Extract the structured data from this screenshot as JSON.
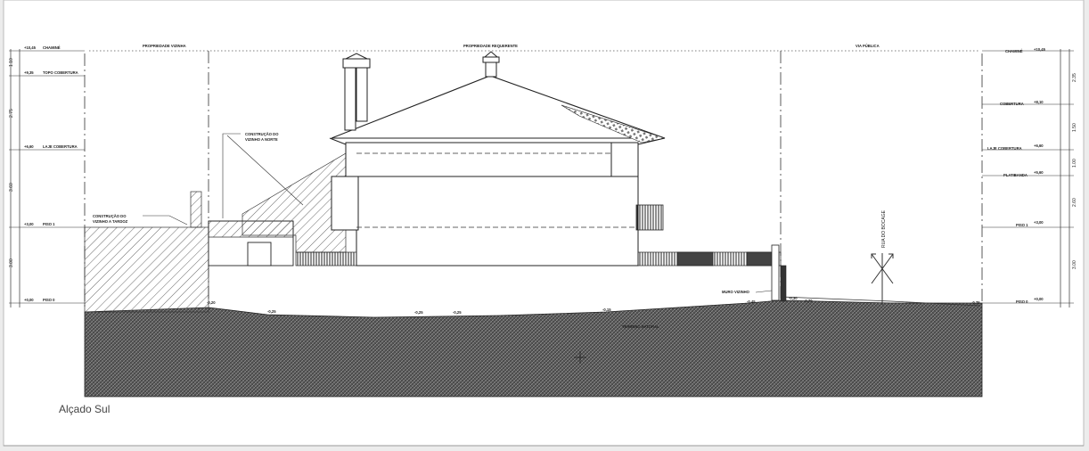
{
  "drawing": {
    "caption": "Alçado Sul",
    "top_labels": {
      "left_property": "PROPRIEDADE VIZINHA",
      "main_property": "PROPRIEDADE REQUERENTE",
      "public_road": "VIA PÚBLICA"
    },
    "left_levels": [
      {
        "code": "+10,45",
        "name": "CHAMINÉ"
      },
      {
        "code": "+9,35",
        "name": "TOPO COBERTURA"
      },
      {
        "code": "+6,60",
        "name": "LAJE COBERTURA"
      },
      {
        "code": "+3,00",
        "name": "PISO 1"
      },
      {
        "code": "+0,00",
        "name": "PISO 0"
      }
    ],
    "right_levels": [
      {
        "code": "+10,45",
        "name": "CHAMINÉ"
      },
      {
        "code": "+8,10",
        "name": "COBERTURA"
      },
      {
        "code": "+6,60",
        "name": "LAJE COBERTURA"
      },
      {
        "code": "+5,60",
        "name": "PLATIBANDA"
      },
      {
        "code": "+3,00",
        "name": "PISO 1"
      },
      {
        "code": "+0,00",
        "name": "PISO 0"
      }
    ],
    "annotations": {
      "north_neighbor_line1": "CONSTRUÇÃO DO",
      "north_neighbor_line2": "VIZINHO A NORTE",
      "rear_neighbor_line1": "CONSTRUÇÃO DO",
      "rear_neighbor_line2": "VIZINHO A TARDOZ",
      "neighbor_wall": "MURO VIZINHO",
      "street_name": "RUA DO BOCAGE",
      "terrain_note": "TERRENO NATURAL"
    },
    "ground_levels": [
      "-0,20",
      "-0,25",
      "-0,25",
      "-0,25",
      "-0,15",
      "-0,45",
      "-0,30",
      "-0,70",
      "-0,75"
    ]
  }
}
